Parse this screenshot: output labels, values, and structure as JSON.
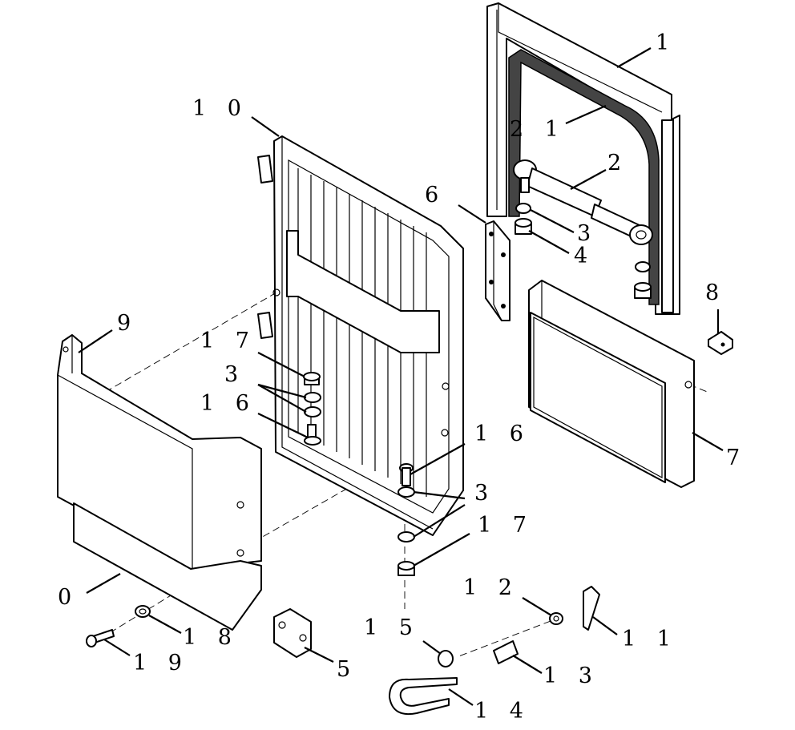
{
  "labels": {
    "frame": "1",
    "gas_strut": "2",
    "washer_upper": "3",
    "nut_upper": "4",
    "bracket_small": "5",
    "hinge_plate": "6",
    "screen_panel": "7",
    "clip_8": "8",
    "left_hinge_tab": "9",
    "grille_door": "1 0",
    "bottom_cover": "0",
    "cotter_pin": "1 1",
    "small_washer_pin": "1 2",
    "spring": "1 3",
    "u_rod": "1 4",
    "bushing": "1 5",
    "bolt_right": "1 6",
    "bolt_left": "1 6",
    "nut_left": "1 7",
    "nut_right": "1 7",
    "washer_left": "3",
    "washer_right": "3",
    "washer_18": "1 8",
    "screw_19": "1 9",
    "seal_21": "2 1"
  }
}
